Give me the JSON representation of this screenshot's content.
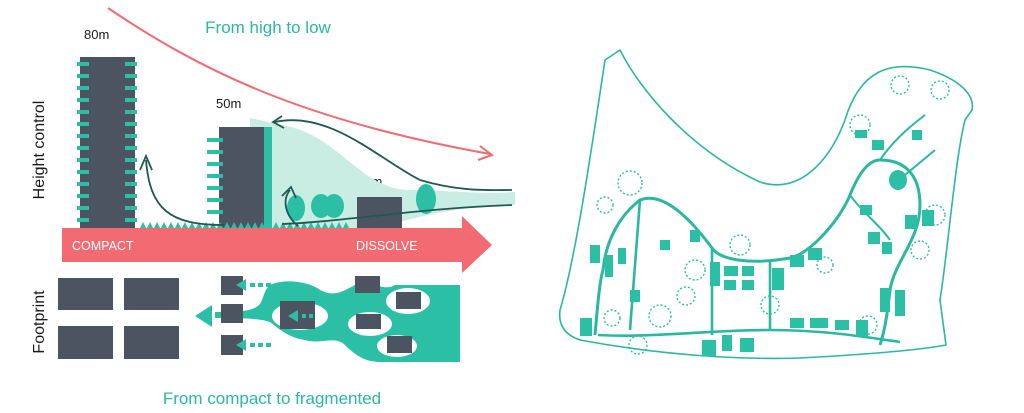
{
  "titles": {
    "top": "From high to low",
    "bottom": "From compact to fragmented"
  },
  "axis_labels": {
    "height": "Height control",
    "footprint": "Footprint"
  },
  "height_labels": {
    "h80": "80m",
    "h50": "50m",
    "h30": "30m"
  },
  "arrow_labels": {
    "left": "COMPACT",
    "right": "DISSOLVE"
  },
  "colors": {
    "teal": "#2bc0a5",
    "teal_light": "#c9ece3",
    "dark_teal": "#1e5a52",
    "slate": "#4d5461",
    "coral": "#f26a72"
  }
}
